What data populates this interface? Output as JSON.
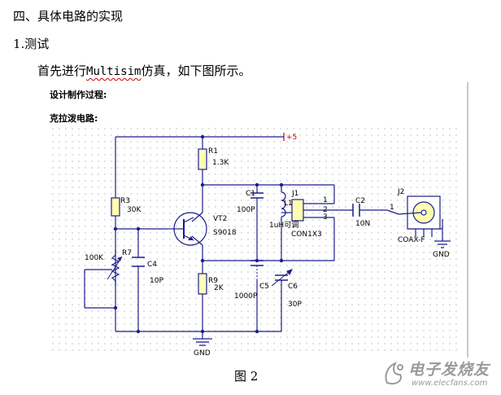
{
  "document": {
    "heading": "四、具体电路的实现",
    "subheading": "1.测试",
    "intro_before": "首先进行",
    "intro_keyword": "Multisim",
    "intro_after": "仿真，如下图所示。",
    "caption": "图 2"
  },
  "figure": {
    "title_process": "设计制作过程:",
    "title_circuit": "克拉泼电路:",
    "supply_label": "+5",
    "ground_label_1": "GND",
    "ground_label_2": "GND",
    "components": {
      "r1_ref": "R1",
      "r1_value": "1.3K",
      "r3_ref": "R3",
      "r3_value": "30K",
      "r7_ref": "R7",
      "r7_value": "100K",
      "r9_ref": "R9",
      "r9_value": "2K",
      "c1_ref": "C1",
      "c1_value": "100P",
      "c2_ref": "C2",
      "c2_value": "10N",
      "c4_ref": "C4",
      "c4_value": "10P",
      "c5_ref": "C5",
      "c5_value": "1000P",
      "c6_ref": "C6",
      "c6_value": "30P",
      "vt2_ref": "VT2",
      "vt2_value": "S9018",
      "l1_ref": "L1",
      "l1_value": "1uH可调",
      "j1_ref": "J1",
      "j1_value": "CON1X3",
      "j1_pin1": "1",
      "j1_pin2": "2",
      "j1_pin3": "3",
      "j2_ref": "J2",
      "j2_value": "COAX-F",
      "j2_pin1": "1"
    }
  },
  "watermark": {
    "text_cn": "电子发烧友",
    "url": "www.elecfans.com"
  },
  "colors": {
    "wire": "#1e1e8c",
    "component_fill": "#ffffb3",
    "grid_dot": "#b4b4b4",
    "spell_underline": "#d00000",
    "watermark": "#9a9a9a"
  }
}
